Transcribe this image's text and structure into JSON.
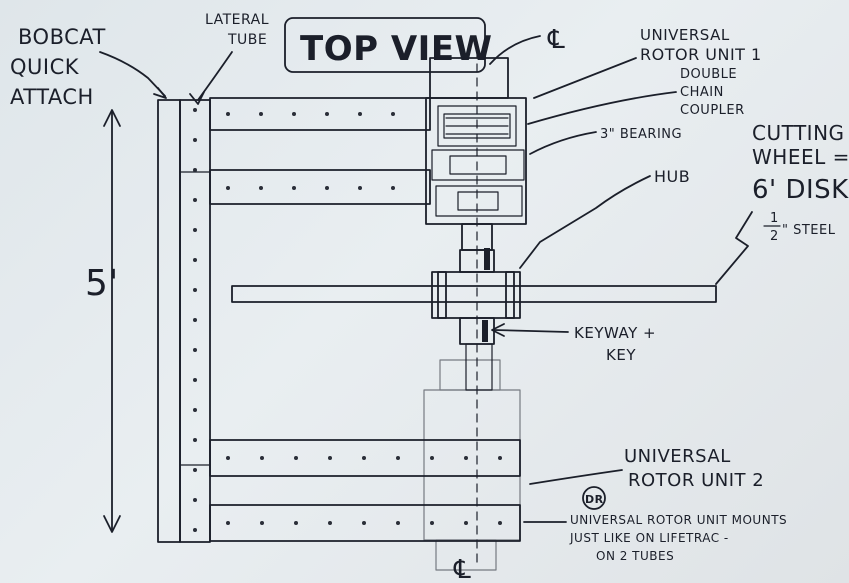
{
  "title": "TOP VIEW",
  "labels": {
    "bobcat": [
      "BOBCAT",
      "QUICK",
      "ATTACH"
    ],
    "lateral": [
      "LATERAL",
      "TUBE"
    ],
    "centerline_top": "℄",
    "centerline_bottom": "℄",
    "rotor1": [
      "UNIVERSAL",
      "ROTOR UNIT 1"
    ],
    "coupler": [
      "DOUBLE",
      "CHAIN",
      "COUPLER"
    ],
    "bearing": "3\" BEARING",
    "cutting": [
      "CUTTING",
      "WHEEL ="
    ],
    "disk": "6' DISK,",
    "steel_frac_num": "1",
    "steel_frac_den": "2",
    "steel": "\" STEEL",
    "hub": "HUB",
    "keyway": [
      "KEYWAY +",
      "KEY"
    ],
    "dimension": "5'",
    "rotor2": [
      "UNIVERSAL",
      "ROTOR UNIT 2"
    ],
    "initials": "DR",
    "note": [
      "UNIVERSAL ROTOR UNIT MOUNTS",
      "JUST LIKE ON LIFETRAC -",
      "ON 2 TUBES"
    ]
  },
  "colors": {
    "ink": "#1b1f2a",
    "paper": "#e4e9ec"
  }
}
